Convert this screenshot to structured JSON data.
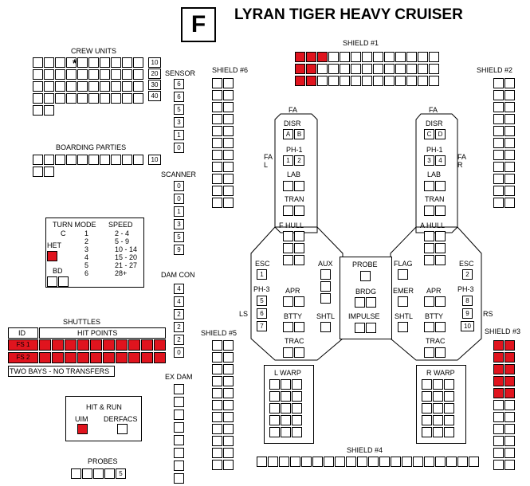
{
  "header": {
    "race_letter": "F",
    "title": "LYRAN TIGER HEAVY CRUISER"
  },
  "crew": {
    "title": "CREW UNITS",
    "star": "*",
    "row_labels": [
      "10",
      "20",
      "30",
      "40"
    ]
  },
  "boarding": {
    "title": "BOARDING PARTIES",
    "row_label": "10"
  },
  "sensor": {
    "title": "SENSOR",
    "values": [
      "6",
      "6",
      "5",
      "3",
      "1",
      "0"
    ]
  },
  "scanner": {
    "title": "SCANNER",
    "values": [
      "0",
      "0",
      "1",
      "3",
      "5",
      "9"
    ]
  },
  "damcon": {
    "title": "DAM CON",
    "values": [
      "4",
      "4",
      "2",
      "2",
      "2",
      "0"
    ]
  },
  "exdam": {
    "title": "EX DAM"
  },
  "turnmode": {
    "col_turn": "TURN MODE",
    "col_speed": "SPEED",
    "rows": [
      {
        "mode": "C",
        "num": "1",
        "speed": "2 - 4"
      },
      {
        "mode": "",
        "num": "2",
        "speed": "5 - 9"
      },
      {
        "mode": "",
        "num": "3",
        "speed": "10 - 14"
      },
      {
        "mode": "",
        "num": "4",
        "speed": "15 - 20"
      },
      {
        "mode": "",
        "num": "5",
        "speed": "21 - 27"
      },
      {
        "mode": "",
        "num": "6",
        "speed": "28+"
      }
    ],
    "het": "HET",
    "bd": "BD"
  },
  "shuttles": {
    "title": "SHUTTLES",
    "id_label": "ID",
    "hp_label": "HIT POINTS",
    "rows": [
      {
        "id": "FS 1"
      },
      {
        "id": "FS 2"
      }
    ],
    "note": "TWO BAYS - NO TRANSFERS"
  },
  "hitrun": {
    "title": "HIT & RUN",
    "uim": "UIM",
    "derfacs": "DERFACS"
  },
  "probes": {
    "title": "PROBES",
    "last": "5"
  },
  "shields": {
    "s1": "SHIELD #1",
    "s2": "SHIELD #2",
    "s3": "SHIELD #3",
    "s4": "SHIELD #4",
    "s5": "SHIELD #5",
    "s6": "SHIELD #6"
  },
  "arcs": {
    "fa": "FA",
    "fal": "FA\nL",
    "far": "FA\nR",
    "ls": "LS",
    "rs": "RS"
  },
  "ship": {
    "disr": "DISR",
    "ph1": "PH-1",
    "lab": "LAB",
    "tran": "TRAN",
    "fhull": "F HULL",
    "ahull": "A HULL",
    "left_disr": [
      "A",
      "B"
    ],
    "right_disr": [
      "C",
      "D"
    ],
    "left_ph1": [
      "1",
      "2"
    ],
    "right_ph1": [
      "3",
      "4"
    ],
    "esc": "ESC",
    "aux": "AUX",
    "flag": "FLAG",
    "emer": "EMER",
    "ph3": "PH-3",
    "apr": "APR",
    "btty": "BTTY",
    "shtl": "SHTL",
    "trac": "TRAC",
    "probe": "PROBE",
    "brdg": "BRDG",
    "impulse": "IMPULSE",
    "left_esc": "1",
    "right_esc": "2",
    "left_ph3": [
      "5",
      "6",
      "7"
    ],
    "right_ph3": [
      "8",
      "9",
      "10"
    ],
    "lwarp": "L WARP",
    "rwarp": "R WARP"
  },
  "colors": {
    "damage": "#e0141e"
  }
}
